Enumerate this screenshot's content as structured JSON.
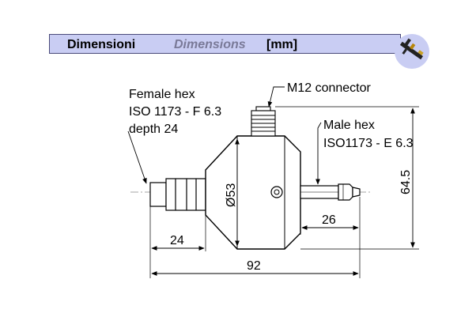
{
  "header": {
    "title": "Dimensioni",
    "subtitle": "Dimensions",
    "unit": "[mm]"
  },
  "icon": "caliper-icon",
  "colors": {
    "header_bg": "#c9cdf3",
    "badge_bg": "#c9cdf3"
  },
  "callouts": {
    "female_hex": [
      "Female hex",
      "ISO 1173 - F 6.3",
      "depth 24"
    ],
    "connector": "M12 connector",
    "male_hex": [
      "Male hex",
      "ISO1173 - E 6.3"
    ]
  },
  "dimensions": {
    "diameter": "Ø53",
    "height": "64.5",
    "male_length": "26",
    "female_length": "24",
    "total_length": "92"
  }
}
